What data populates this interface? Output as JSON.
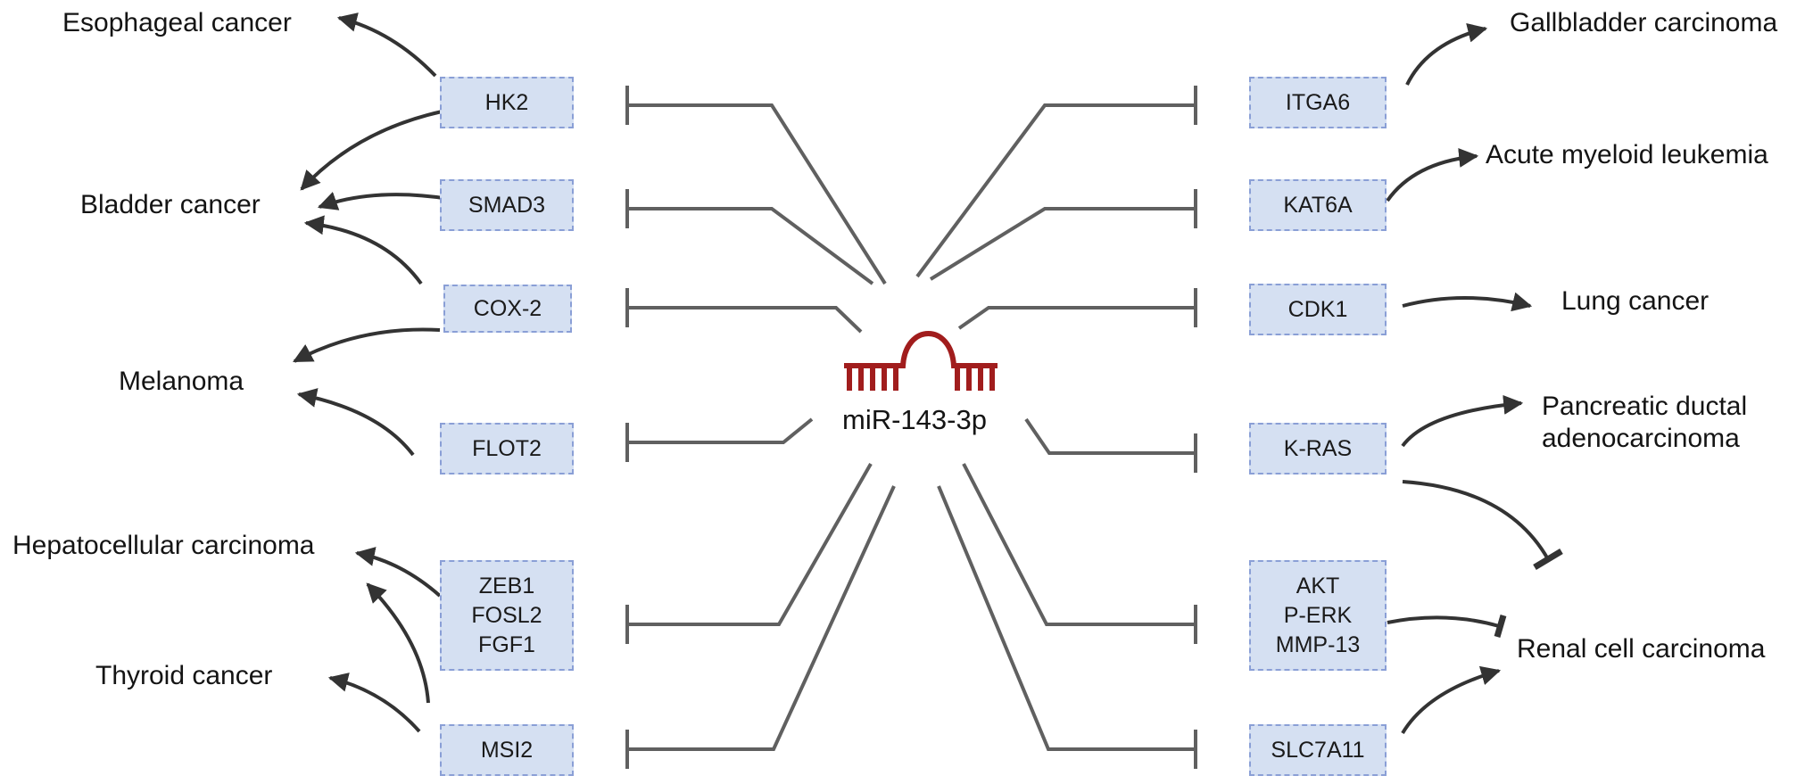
{
  "colors": {
    "box_fill": "#d5e0f2",
    "box_border": "#8a9fd6",
    "inhibit_line": "#606060",
    "arrow": "#333333",
    "mirna_icon": "#a11d1d"
  },
  "center": {
    "label": "miR-143-3p",
    "icon": "rna-hairpin-icon"
  },
  "left_targets": [
    {
      "id": "hk2",
      "lines": [
        "HK2"
      ]
    },
    {
      "id": "smad3",
      "lines": [
        "SMAD3"
      ]
    },
    {
      "id": "cox2",
      "lines": [
        "COX-2"
      ]
    },
    {
      "id": "flot2",
      "lines": [
        "FLOT2"
      ]
    },
    {
      "id": "zeb1-group",
      "lines": [
        "ZEB1",
        "FOSL2",
        "FGF1"
      ]
    },
    {
      "id": "msi2",
      "lines": [
        "MSI2"
      ]
    }
  ],
  "right_targets": [
    {
      "id": "itga6",
      "lines": [
        "ITGA6"
      ]
    },
    {
      "id": "kat6a",
      "lines": [
        "KAT6A"
      ]
    },
    {
      "id": "cdk1",
      "lines": [
        "CDK1"
      ]
    },
    {
      "id": "k-ras",
      "lines": [
        "K-RAS"
      ]
    },
    {
      "id": "akt-group",
      "lines": [
        "AKT",
        "P-ERK",
        "MMP-13"
      ]
    },
    {
      "id": "slc7a11",
      "lines": [
        "SLC7A11"
      ]
    }
  ],
  "left_diseases": [
    {
      "id": "esophageal",
      "lines": [
        "Esophageal cancer"
      ]
    },
    {
      "id": "bladder",
      "lines": [
        "Bladder cancer"
      ]
    },
    {
      "id": "melanoma",
      "lines": [
        "Melanoma"
      ]
    },
    {
      "id": "hepatocellular",
      "lines": [
        "Hepatocellular carcinoma"
      ]
    },
    {
      "id": "thyroid",
      "lines": [
        "Thyroid cancer"
      ]
    }
  ],
  "right_diseases": [
    {
      "id": "gallbladder",
      "lines": [
        "Gallbladder carcinoma"
      ]
    },
    {
      "id": "aml",
      "lines": [
        "Acute myeloid leukemia"
      ]
    },
    {
      "id": "lung",
      "lines": [
        "Lung cancer"
      ]
    },
    {
      "id": "pdac",
      "lines": [
        "Pancreatic ductal",
        "adenocarcinoma"
      ]
    },
    {
      "id": "renal",
      "lines": [
        "Renal cell carcinoma"
      ]
    }
  ],
  "edges": [
    {
      "type": "inhibit",
      "from": "center",
      "to": "hk2"
    },
    {
      "type": "inhibit",
      "from": "center",
      "to": "smad3"
    },
    {
      "type": "inhibit",
      "from": "center",
      "to": "cox2"
    },
    {
      "type": "inhibit",
      "from": "center",
      "to": "flot2"
    },
    {
      "type": "inhibit",
      "from": "center",
      "to": "zeb1-group"
    },
    {
      "type": "inhibit",
      "from": "center",
      "to": "msi2"
    },
    {
      "type": "inhibit",
      "from": "center",
      "to": "itga6"
    },
    {
      "type": "inhibit",
      "from": "center",
      "to": "kat6a"
    },
    {
      "type": "inhibit",
      "from": "center",
      "to": "cdk1"
    },
    {
      "type": "inhibit",
      "from": "center",
      "to": "k-ras"
    },
    {
      "type": "inhibit",
      "from": "center",
      "to": "akt-group"
    },
    {
      "type": "inhibit",
      "from": "center",
      "to": "slc7a11"
    },
    {
      "type": "promote",
      "from": "hk2",
      "to": "esophageal"
    },
    {
      "type": "promote",
      "from": "hk2",
      "to": "bladder"
    },
    {
      "type": "promote",
      "from": "smad3",
      "to": "bladder"
    },
    {
      "type": "promote",
      "from": "cox2",
      "to": "bladder"
    },
    {
      "type": "promote",
      "from": "cox2",
      "to": "melanoma"
    },
    {
      "type": "promote",
      "from": "flot2",
      "to": "melanoma"
    },
    {
      "type": "promote",
      "from": "zeb1-group",
      "to": "hepatocellular"
    },
    {
      "type": "promote",
      "from": "msi2",
      "to": "hepatocellular"
    },
    {
      "type": "promote",
      "from": "msi2",
      "to": "thyroid"
    },
    {
      "type": "promote",
      "from": "itga6",
      "to": "gallbladder"
    },
    {
      "type": "promote",
      "from": "kat6a",
      "to": "aml"
    },
    {
      "type": "promote",
      "from": "cdk1",
      "to": "lung"
    },
    {
      "type": "promote",
      "from": "k-ras",
      "to": "pdac"
    },
    {
      "type": "inhibit",
      "from": "k-ras",
      "to": "renal"
    },
    {
      "type": "inhibit",
      "from": "akt-group",
      "to": "renal"
    },
    {
      "type": "promote",
      "from": "slc7a11",
      "to": "renal"
    }
  ]
}
